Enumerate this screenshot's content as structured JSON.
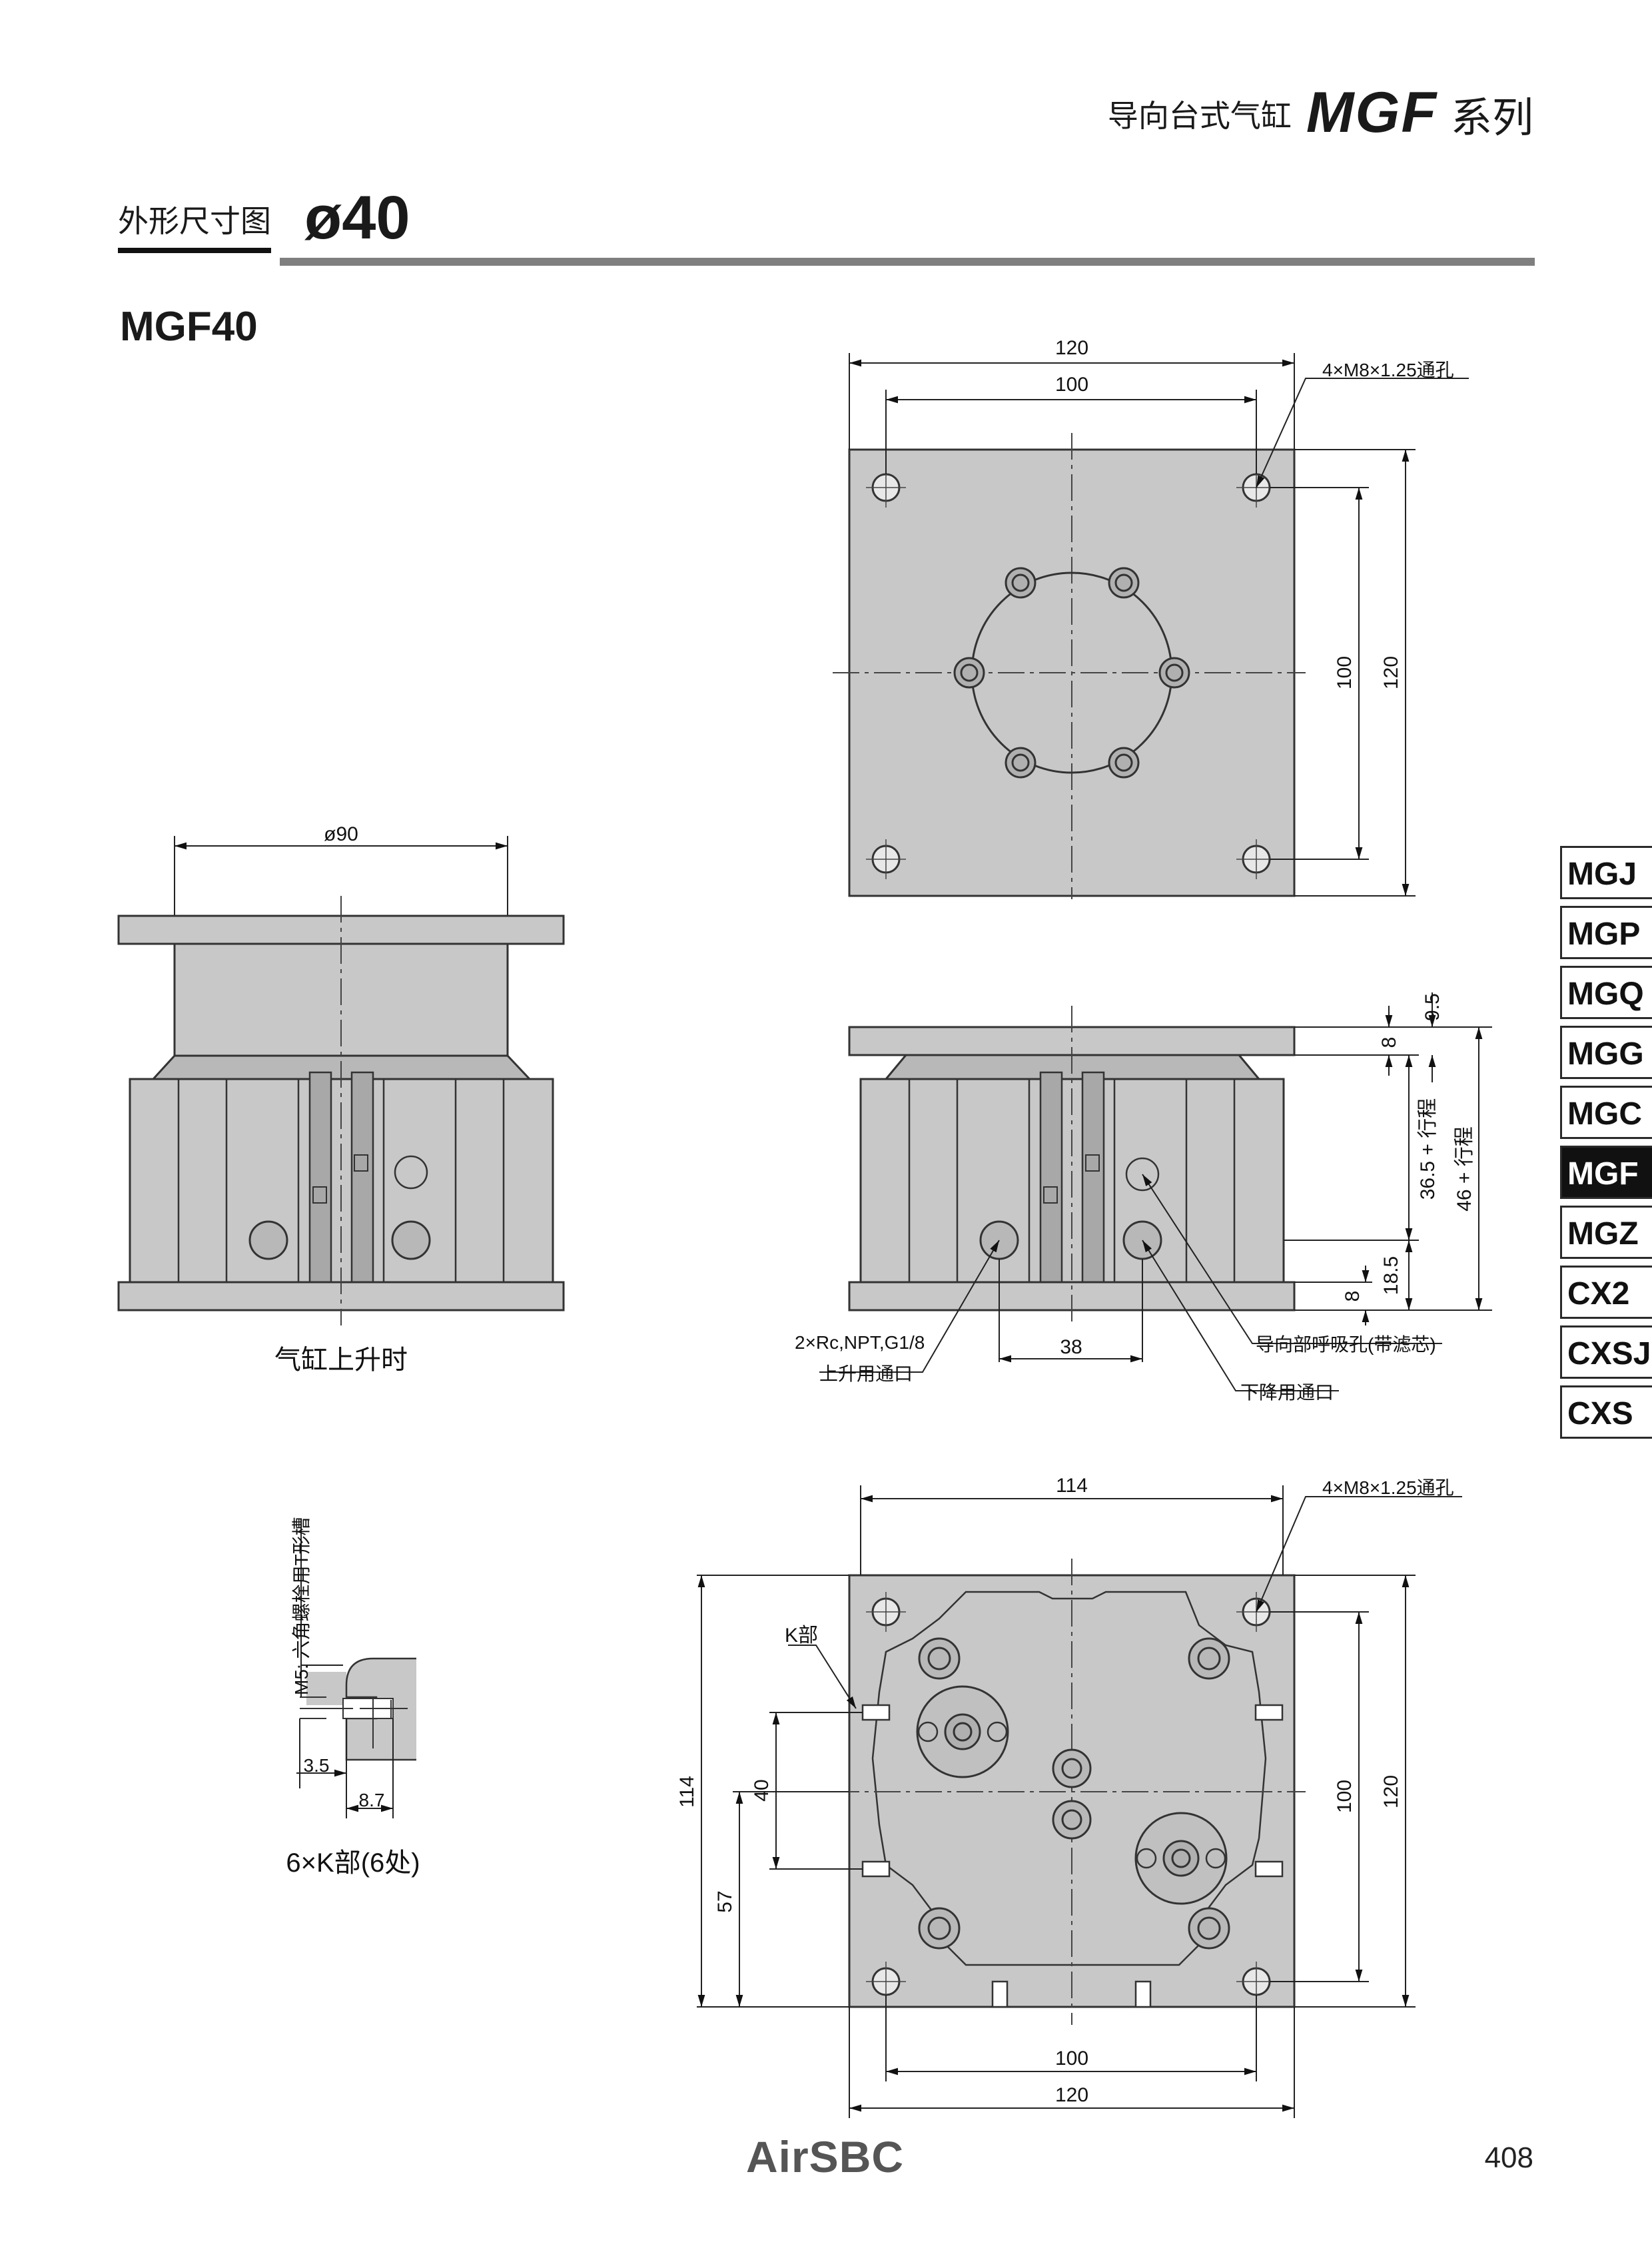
{
  "header": {
    "series_prefix": "导向台式气缸",
    "series_model": "MGF",
    "series_suffix": "系列"
  },
  "section": {
    "label": "外形尺寸图",
    "bore": "ø40"
  },
  "model_title": "MGF40",
  "side_tabs": [
    {
      "label": "MGJ",
      "active": false
    },
    {
      "label": "MGP",
      "active": false
    },
    {
      "label": "MGQ",
      "active": false
    },
    {
      "label": "MGG",
      "active": false
    },
    {
      "label": "MGC",
      "active": false
    },
    {
      "label": "MGF",
      "active": true
    },
    {
      "label": "MGZ",
      "active": false
    },
    {
      "label": "CX2",
      "active": false
    },
    {
      "label": "CXSJ",
      "active": false
    },
    {
      "label": "CXS",
      "active": false
    }
  ],
  "views": {
    "top": {
      "dim_width_outer": "120",
      "dim_width_inner": "100",
      "dim_height_inner": "100",
      "dim_height_outer": "120",
      "hole_note": "4×M8×1.25通孔"
    },
    "lifted": {
      "dim_diameter": "ø90",
      "caption": "气缸上升时"
    },
    "front": {
      "dim_9_5": "9.5",
      "dim_8_top": "8",
      "dim_36_5": "36.5 + 行程",
      "dim_46": "46 + 行程",
      "dim_18_5": "18.5",
      "dim_8_bottom": "8",
      "dim_38": "38",
      "port_spec": "2×Rc,NPT,G1/8",
      "port_up": "上升用通口",
      "port_down": "下降用通口",
      "breather": "导向部呼吸孔(带滤芯)"
    },
    "slot_detail": {
      "note": "M5: 六角螺栓用T形槽",
      "dim_3_5": "3.5",
      "dim_8_7": "8.7",
      "caption": "6×K部(6处)"
    },
    "bottom": {
      "dim_114_top": "114",
      "hole_note": "4×M8×1.25通孔",
      "k_label": "K部",
      "dim_40": "40",
      "dim_57": "57",
      "dim_114_left": "114",
      "dim_100_right": "100",
      "dim_120_right": "120",
      "dim_100_bottom": "100",
      "dim_120_bottom": "120"
    }
  },
  "footer": {
    "logo": "AirSBC",
    "page": "408"
  }
}
